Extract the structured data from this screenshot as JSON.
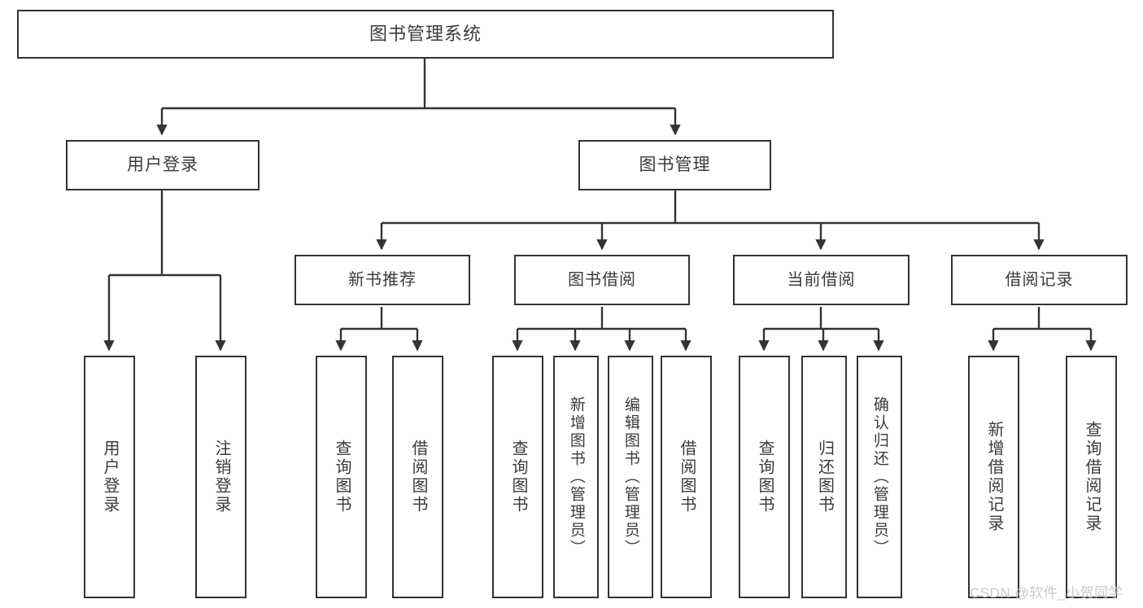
{
  "diagram": {
    "type": "tree-hierarchy-chart",
    "title": "图书管理系统",
    "colors": {
      "box_border": "#333333",
      "box_fill": "#ffffff",
      "connector": "#333333",
      "text": "#3b3b3b",
      "watermark": "#c9c9c9",
      "background": "#ffffff"
    },
    "root": {
      "label": "图书管理系统"
    },
    "level2": [
      {
        "id": "user-login",
        "label": "用户登录"
      },
      {
        "id": "book-manage",
        "label": "图书管理"
      }
    ],
    "level3": [
      {
        "id": "new-book-recommend",
        "label": "新书推荐"
      },
      {
        "id": "book-borrow",
        "label": "图书借阅"
      },
      {
        "id": "current-borrow",
        "label": "当前借阅"
      },
      {
        "id": "borrow-record",
        "label": "借阅记录"
      }
    ],
    "leaves": {
      "user_login": [
        {
          "id": "leaf-user-login",
          "label": "用户登录"
        },
        {
          "id": "leaf-logout-login",
          "label": "注销登录"
        }
      ],
      "new_book_recommend": [
        {
          "id": "leaf-query-book-1",
          "label": "查询图书"
        },
        {
          "id": "leaf-borrow-book-1",
          "label": "借阅图书"
        }
      ],
      "book_borrow": [
        {
          "id": "leaf-query-book-2",
          "label": "查询图书"
        },
        {
          "id": "leaf-add-book",
          "label": "新增图书（管理员）"
        },
        {
          "id": "leaf-edit-book",
          "label": "编辑图书（管理员）"
        },
        {
          "id": "leaf-borrow-book-2",
          "label": "借阅图书"
        }
      ],
      "current_borrow": [
        {
          "id": "leaf-query-book-3",
          "label": "查询图书"
        },
        {
          "id": "leaf-return-book",
          "label": "归还图书"
        },
        {
          "id": "leaf-confirm-return",
          "label": "确认归还（管理员）"
        }
      ],
      "borrow_record": [
        {
          "id": "leaf-add-record",
          "label": "新增借阅记录"
        },
        {
          "id": "leaf-query-record",
          "label": "查询借阅记录"
        }
      ]
    },
    "watermark": "CSDN @软件_小贺同学"
  }
}
